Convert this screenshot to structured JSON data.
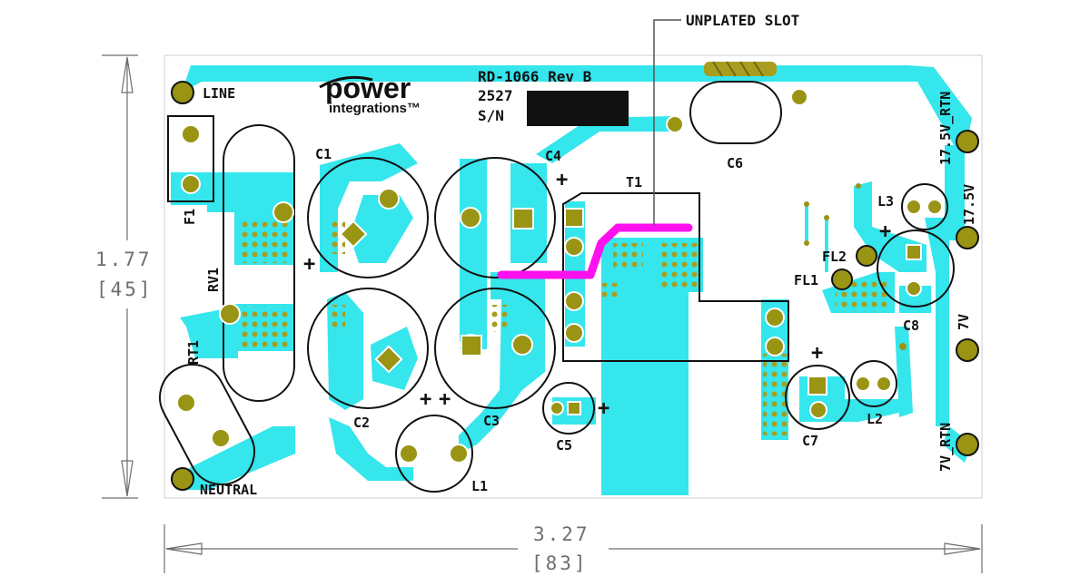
{
  "board": {
    "rev": "RD-1066 Rev B",
    "date_code": "2527",
    "serial_label": "S/N",
    "slot_callout": "UNPLATED SLOT"
  },
  "logo": {
    "line1": "power",
    "line2": "integrations™"
  },
  "dimensions": {
    "height_in": "1.77",
    "height_mm": "[45]",
    "width_in": "3.27",
    "width_mm": "[83]"
  },
  "labels": {
    "line": "LINE",
    "neutral": "NEUTRAL",
    "f1": "F1",
    "rv1": "RV1",
    "rt1": "RT1",
    "c1": "C1",
    "c2": "C2",
    "c3": "C3",
    "c4": "C4",
    "c5": "C5",
    "c6": "C6",
    "c7": "C7",
    "c8": "C8",
    "l1": "L1",
    "l2": "L2",
    "l3": "L3",
    "t1": "T1",
    "fl1": "FL1",
    "fl2": "FL2",
    "out_17v5_rtn": "17.5V_RTN",
    "out_17v5": "17.5V",
    "out_7v": "7V",
    "out_7v_rtn": "7V_RTN",
    "plus": "+"
  },
  "colors": {
    "copper": "#35e6ec",
    "pad": "#9a9414",
    "slot": "#ff10ee",
    "outline": "#111111",
    "dimension": "#6e6e6e"
  }
}
